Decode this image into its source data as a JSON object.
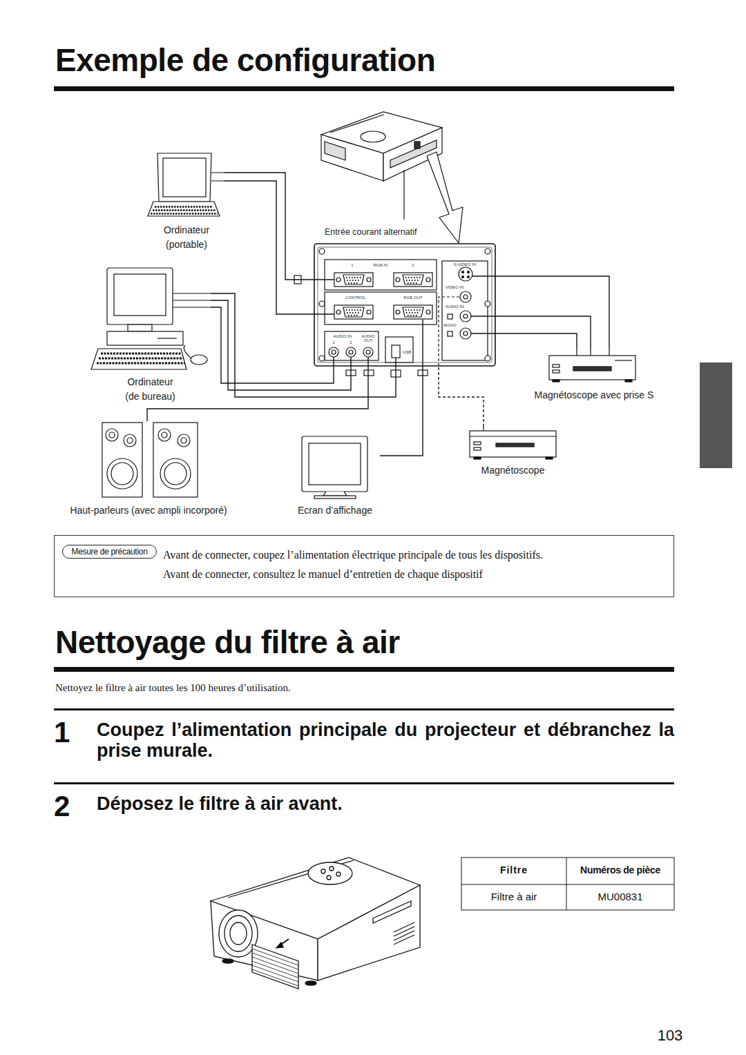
{
  "diagram": {
    "title": "Exemple de configuration",
    "nodes": [
      {
        "text": [
          "Ordinateur (portable)"
        ]
      },
      {
        "text": [
          "Ordinateur (de bureau)"
        ]
      },
      {
        "text": [
          "Haut-parleurs (avec ampli incorporé)"
        ]
      },
      {
        "text": [
          "Ecran d’affichage"
        ]
      },
      {
        "text": [
          "Magnétoscope avec prise S"
        ]
      },
      {
        "text": [
          "Magnétoscope"
        ]
      },
      {
        "text": [
          "Entrée courant alternatif"
        ]
      },
      {
        "text": [
          "Avant de connecter, coupez l’alimentation électrique principale de tous les dispositifs.",
          "Avant de connecter, consultez le manuel d’entretien de chaque dispositif"
        ]
      },
      {
        "text": [
          "Mesure de précaution"
        ],
        "in": 7
      }
    ],
    "edges": [
      {
        "from": 0,
        "to": 6,
        "arrow": "none"
      },
      {
        "from": 0,
        "to": 6,
        "arrow": "none"
      },
      {
        "from": 1,
        "to": 6,
        "arrow": "none"
      },
      {
        "from": 1,
        "to": 6,
        "arrow": "none"
      },
      {
        "from": 1,
        "to": 6,
        "arrow": "none"
      },
      {
        "from": 2,
        "to": 6,
        "arrow": "none"
      },
      {
        "from": 3,
        "to": 6,
        "arrow": "none"
      },
      {
        "from": 4,
        "to": 6,
        "arrow": "none"
      },
      {
        "from": 4,
        "to": 6,
        "arrow": "none"
      },
      {
        "from": 4,
        "to": 6,
        "arrow": "none"
      },
      {
        "from": 5,
        "to": 6,
        "arrow": "none"
      }
    ],
    "labels": [
      "Nettoyage du filtre à air",
      "Nettoyez le filtre à air toutes les 100 heures d’utilisation.",
      "1",
      "Coupez l’alimentation principale du projecteur et débranchez la prise murale.",
      "2",
      "Déposez le filtre à air avant.",
      "Filtre",
      "Numéros de pièce",
      "Filtre à air",
      "MU00831",
      "103",
      "1",
      "RGB IN",
      "2",
      "CONTROL",
      "RGB OUT",
      "S-VIDEO IN",
      "VIDEO IN",
      "AUDIO IN",
      "MONO",
      "AUDIO IN",
      "1",
      "2",
      "AUDIO OUT",
      "USB"
    ]
  }
}
